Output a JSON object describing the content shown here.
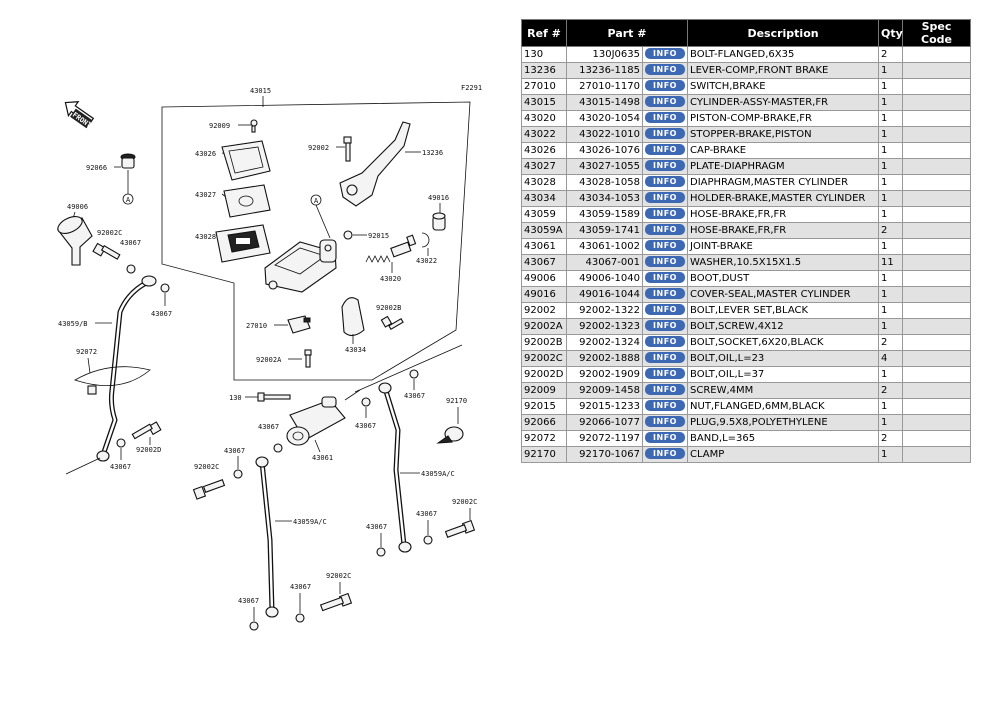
{
  "diagram": {
    "code": "F2291",
    "front_label": "FRONT",
    "callouts": {
      "c43015": "43015",
      "c92009": "92009",
      "c43026": "43026",
      "c43027": "43027",
      "c43028": "43028",
      "c92002": "92002",
      "c13236": "13236",
      "c49016": "49016",
      "c92015": "92015",
      "c43020": "43020",
      "c43022": "43022",
      "c92002b": "92002B",
      "c27010": "27010",
      "c43034": "43034",
      "c92002a": "92002A",
      "c92066": "92066",
      "c49006": "49006",
      "c92002c_a": "92002C",
      "c43067_a": "43067",
      "c43067_b": "43067",
      "c43059b": "43059/B",
      "c92072": "92072",
      "c43067_c": "43067",
      "c92002d": "92002D",
      "c130": "130",
      "c43067_d": "43067",
      "c43061": "43061",
      "c43067_e": "43067",
      "c43067_f": "43067",
      "c92170": "92170",
      "c43067_g": "43067",
      "c92002c_b": "92002C",
      "c43059ac_a": "43059A/C",
      "c43059ac_b": "43059A/C",
      "c43067_h": "43067",
      "c43067_i": "43067",
      "c92002c_c": "92002C",
      "c43067_j": "43067",
      "c92002c_d": "92002C",
      "c43067_k": "43067",
      "markA1": "A",
      "markA2": "A"
    }
  },
  "table": {
    "headers": [
      "Ref #",
      "Part #",
      "Description",
      "Qty",
      "Spec Code"
    ],
    "info_label": "INFO",
    "rows": [
      {
        "ref": "130",
        "part": "130J0635",
        "desc": "BOLT-FLANGED,6X35",
        "qty": "2",
        "spec": ""
      },
      {
        "ref": "13236",
        "part": "13236-1185",
        "desc": "LEVER-COMP,FRONT BRAKE",
        "qty": "1",
        "spec": ""
      },
      {
        "ref": "27010",
        "part": "27010-1170",
        "desc": "SWITCH,BRAKE",
        "qty": "1",
        "spec": ""
      },
      {
        "ref": "43015",
        "part": "43015-1498",
        "desc": "CYLINDER-ASSY-MASTER,FR",
        "qty": "1",
        "spec": ""
      },
      {
        "ref": "43020",
        "part": "43020-1054",
        "desc": "PISTON-COMP-BRAKE,FR",
        "qty": "1",
        "spec": ""
      },
      {
        "ref": "43022",
        "part": "43022-1010",
        "desc": "STOPPER-BRAKE,PISTON",
        "qty": "1",
        "spec": ""
      },
      {
        "ref": "43026",
        "part": "43026-1076",
        "desc": "CAP-BRAKE",
        "qty": "1",
        "spec": ""
      },
      {
        "ref": "43027",
        "part": "43027-1055",
        "desc": "PLATE-DIAPHRAGM",
        "qty": "1",
        "spec": ""
      },
      {
        "ref": "43028",
        "part": "43028-1058",
        "desc": "DIAPHRAGM,MASTER CYLINDER",
        "qty": "1",
        "spec": ""
      },
      {
        "ref": "43034",
        "part": "43034-1053",
        "desc": "HOLDER-BRAKE,MASTER CYLINDER",
        "qty": "1",
        "spec": ""
      },
      {
        "ref": "43059",
        "part": "43059-1589",
        "desc": "HOSE-BRAKE,FR,FR",
        "qty": "1",
        "spec": ""
      },
      {
        "ref": "43059A",
        "part": "43059-1741",
        "desc": "HOSE-BRAKE,FR,FR",
        "qty": "2",
        "spec": ""
      },
      {
        "ref": "43061",
        "part": "43061-1002",
        "desc": "JOINT-BRAKE",
        "qty": "1",
        "spec": ""
      },
      {
        "ref": "43067",
        "part": "43067-001",
        "desc": "WASHER,10.5X15X1.5",
        "qty": "11",
        "spec": ""
      },
      {
        "ref": "49006",
        "part": "49006-1040",
        "desc": "BOOT,DUST",
        "qty": "1",
        "spec": ""
      },
      {
        "ref": "49016",
        "part": "49016-1044",
        "desc": "COVER-SEAL,MASTER CYLINDER",
        "qty": "1",
        "spec": ""
      },
      {
        "ref": "92002",
        "part": "92002-1322",
        "desc": "BOLT,LEVER SET,BLACK",
        "qty": "1",
        "spec": ""
      },
      {
        "ref": "92002A",
        "part": "92002-1323",
        "desc": "BOLT,SCREW,4X12",
        "qty": "1",
        "spec": ""
      },
      {
        "ref": "92002B",
        "part": "92002-1324",
        "desc": "BOLT,SOCKET,6X20,BLACK",
        "qty": "2",
        "spec": ""
      },
      {
        "ref": "92002C",
        "part": "92002-1888",
        "desc": "BOLT,OIL,L=23",
        "qty": "4",
        "spec": ""
      },
      {
        "ref": "92002D",
        "part": "92002-1909",
        "desc": "BOLT,OIL,L=37",
        "qty": "1",
        "spec": ""
      },
      {
        "ref": "92009",
        "part": "92009-1458",
        "desc": "SCREW,4MM",
        "qty": "2",
        "spec": ""
      },
      {
        "ref": "92015",
        "part": "92015-1233",
        "desc": "NUT,FLANGED,6MM,BLACK",
        "qty": "1",
        "spec": ""
      },
      {
        "ref": "92066",
        "part": "92066-1077",
        "desc": "PLUG,9.5X8,POLYETHYLENE",
        "qty": "1",
        "spec": ""
      },
      {
        "ref": "92072",
        "part": "92072-1197",
        "desc": "BAND,L=365",
        "qty": "2",
        "spec": ""
      },
      {
        "ref": "92170",
        "part": "92170-1067",
        "desc": "CLAMP",
        "qty": "1",
        "spec": ""
      }
    ]
  }
}
